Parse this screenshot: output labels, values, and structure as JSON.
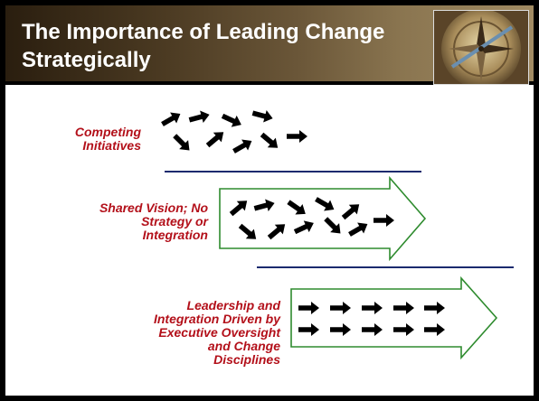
{
  "title": "The Importance of Leading Change Strategically",
  "header_image": "compass-image",
  "rows": [
    {
      "label": "Competing\nInitiatives"
    },
    {
      "label": "Shared Vision; No\nStrategy or\nIntegration"
    },
    {
      "label": "Leadership and\nIntegration Driven by\nExecutive Oversight\nand Change\nDisciplines"
    }
  ],
  "colors": {
    "label": "#b3101a",
    "divider": "#1a2a6e",
    "outline_arrow": "#2e8b2e",
    "arrow": "#000000"
  }
}
